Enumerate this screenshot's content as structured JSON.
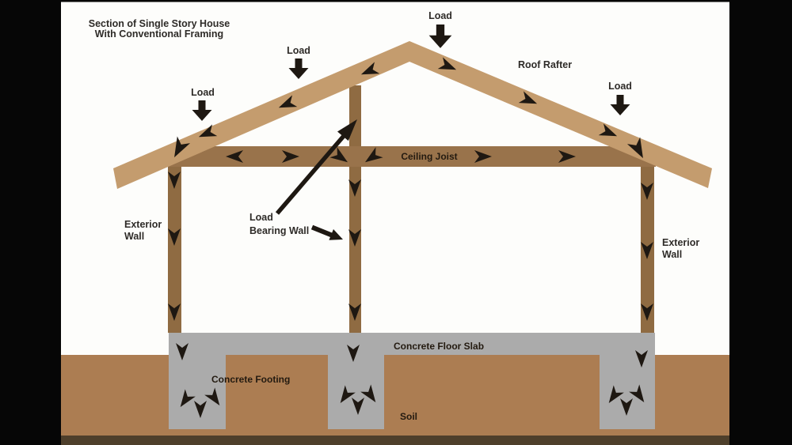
{
  "title": {
    "line1": "Section of Single Story House",
    "line2": "With Conventional Framing"
  },
  "labels": {
    "load_left": "Load",
    "load_midleft": "Load",
    "load_top": "Load",
    "load_right": "Load",
    "roof_rafter": "Roof Rafter",
    "ceiling_joist": "Ceiling Joist",
    "exterior_wall_left": {
      "line1": "Exterior",
      "line2": "Wall"
    },
    "exterior_wall_right": {
      "line1": "Exterior",
      "line2": "Wall"
    },
    "load_bearing_wall": {
      "line1": "Load",
      "line2": "Bearing Wall"
    },
    "concrete_floor_slab": "Concrete Floor Slab",
    "concrete_footing": "Concrete Footing",
    "soil": "Soil"
  },
  "colors": {
    "letterbox": "#060606",
    "background": "#FDFDFB",
    "rafter": "#C49C6E",
    "joist": "#99734B",
    "wall": "#8F6B42",
    "soil": "#AC7D52",
    "soil_shadow": "#4E3F2B",
    "concrete": "#ABABAB",
    "arrow": "#1E1812",
    "text": "#2E2B28",
    "text_on_wood": "#231A10"
  }
}
